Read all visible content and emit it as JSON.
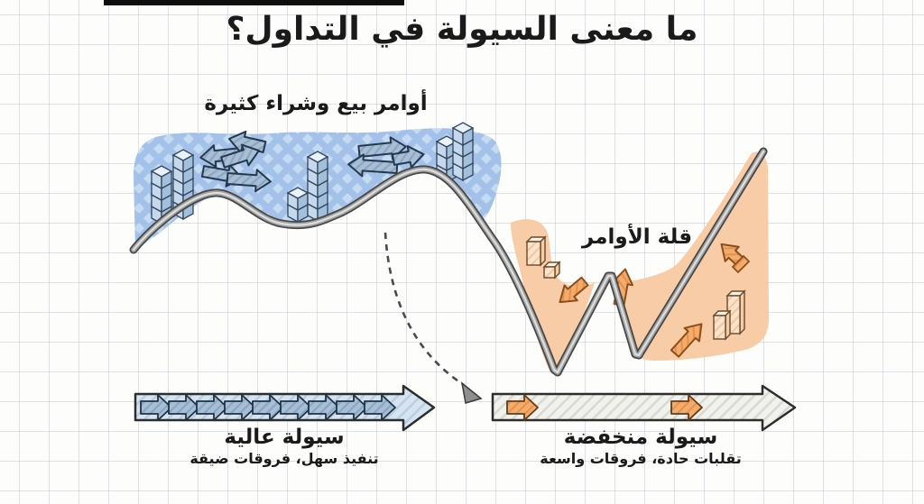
{
  "title": "ما معنى السيولة في التداول؟",
  "chart": {
    "high_activity_label": "أوامر بيع وشراء كثيرة",
    "low_activity_label": "قلة الأوامر"
  },
  "legend": {
    "high": {
      "title": "سيولة عالية",
      "subtitle": "تنفيذ سهل، فروقات ضيقة",
      "flow_arrow_count": 9
    },
    "low": {
      "title": "سيولة منخفضة",
      "subtitle": "تقلبات حادة، فروقات واسعة",
      "flow_arrow_count": 2
    }
  },
  "colors": {
    "high_region": "#bed7f1",
    "high_arrow": "#a7bfd6",
    "low_region": "#f8c9a1",
    "low_arrow": "#f3a869",
    "price_line": "#a3a3a3",
    "text": "#1a1a1a"
  },
  "icons": {
    "order_book_stack": "cube-stack-icon",
    "swap": "swap-arrows-icon",
    "volatility": "volatility-arrow-icon",
    "transition": "dashed-arrow-icon",
    "flow": "flow-arrow-icon"
  }
}
